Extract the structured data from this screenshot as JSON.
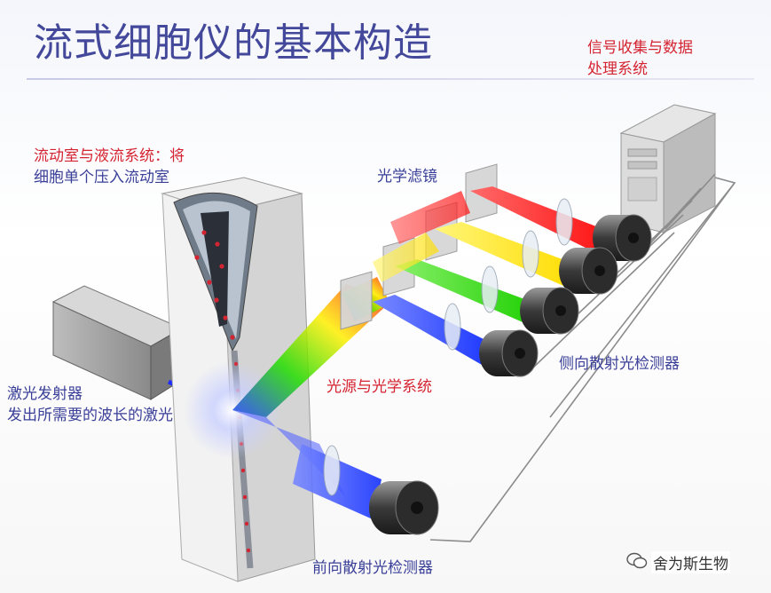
{
  "title": "流式细胞仪的基本构造",
  "labels": {
    "signal_system": [
      "信号收集与数据",
      "处理系统"
    ],
    "flow_chamber": [
      "流动室与液流系统：将",
      "细胞单个压入流动室"
    ],
    "optical_filter": "光学滤镜",
    "laser": [
      "激光发射器",
      "发出所需要的波长的激光"
    ],
    "light_source": "光源与光学系统",
    "side_scatter": "侧向散射光检测器",
    "forward_scatter": "前向散射光检测器"
  },
  "watermark": "舍为斯生物",
  "colors": {
    "title": "#43489a",
    "red_label": "#d52431",
    "blue_label": "#3a3f98",
    "beams": [
      "#ff1a1a",
      "#ffee00",
      "#22dd00",
      "#1f3dff"
    ]
  }
}
